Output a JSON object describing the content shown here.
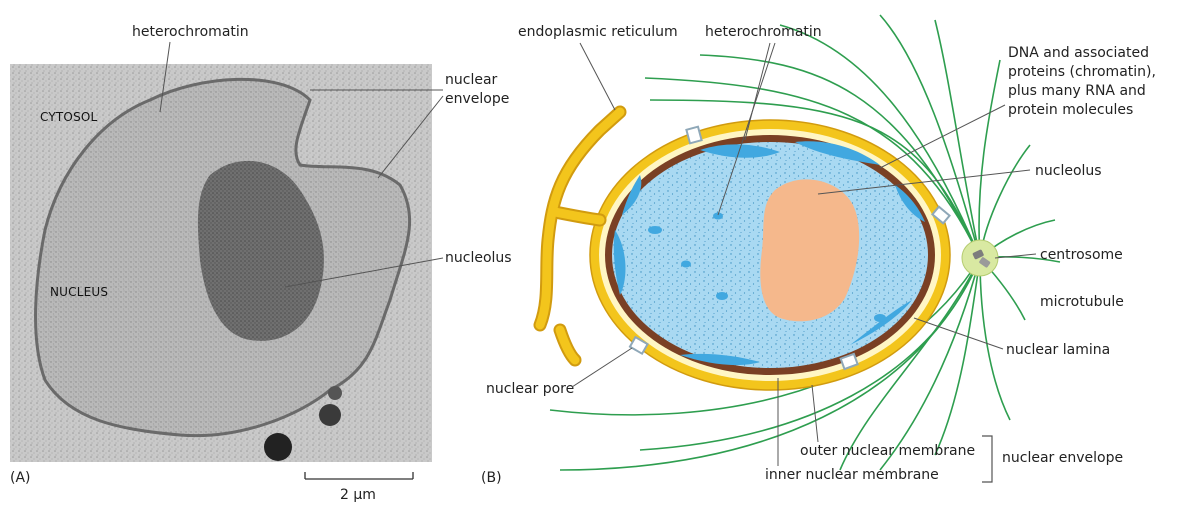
{
  "panel_a": {
    "label": "(A)",
    "heterochromatin": "heterochromatin",
    "nuclear_envelope_line1": "nuclear",
    "nuclear_envelope_line2": "envelope",
    "nucleolus": "nucleolus",
    "cytosol": "CYTOSOL",
    "nucleus": "NUCLEUS",
    "scale_bar": "2 µm"
  },
  "panel_b": {
    "label": "(B)",
    "endoplasmic_reticulum": "endoplasmic reticulum",
    "heterochromatin": "heterochromatin",
    "dna_line1": "DNA and associated",
    "dna_line2": "proteins (chromatin),",
    "dna_line3": "plus many RNA and",
    "dna_line4": "protein molecules",
    "nucleolus": "nucleolus",
    "centrosome": "centrosome",
    "microtubule": "microtubule",
    "nuclear_lamina": "nuclear lamina",
    "nuclear_pore": "nuclear pore",
    "outer_nuclear_membrane": "outer nuclear membrane",
    "inner_nuclear_membrane": "inner nuclear membrane",
    "nuclear_envelope": "nuclear envelope"
  },
  "colors": {
    "micrograph_bg": "#cfcfcf",
    "micrograph_nucleus": "#bdbdbd",
    "micrograph_nucleolus": "#6f6f6f",
    "membrane_yellow": "#f3c51c",
    "membrane_outline": "#d19b0f",
    "lamina_brown": "#7a4024",
    "nucleoplasm_blue": "#a9d9f2",
    "heterochromatin_blue": "#41a8e0",
    "nucleolus_orange": "#f5b88c",
    "microtubule_green": "#2e9e4f",
    "centrosome_green": "#d9e9a2",
    "pore_gray": "#8fa8b8",
    "leader_gray": "#555555"
  }
}
